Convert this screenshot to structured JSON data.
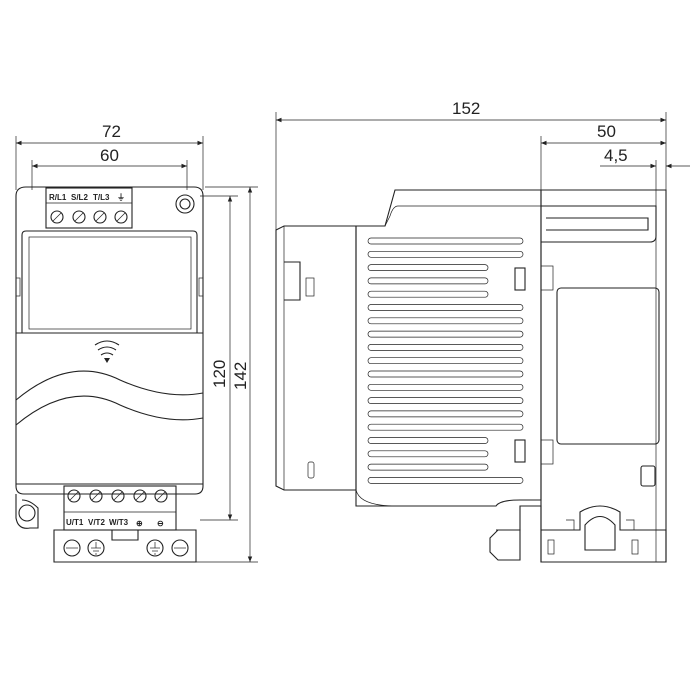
{
  "dimensions": {
    "front_width_outer": "72",
    "front_width_inner": "60",
    "front_height_inner": "120",
    "front_height_outer": "142",
    "side_depth_total": "152",
    "side_depth_rear": "50",
    "side_offset": "4,5"
  },
  "top_terminals": [
    "R/L1",
    "S/L2",
    "T/L3",
    "⏚"
  ],
  "bottom_terminals": [
    "U/T1",
    "V/T2",
    "W/T3",
    "⊕",
    "⊖"
  ],
  "colors": {
    "line": "#222222",
    "background": "#ffffff"
  },
  "icons": [
    "wireless-icon",
    "ground-icon",
    "screw-icon"
  ]
}
